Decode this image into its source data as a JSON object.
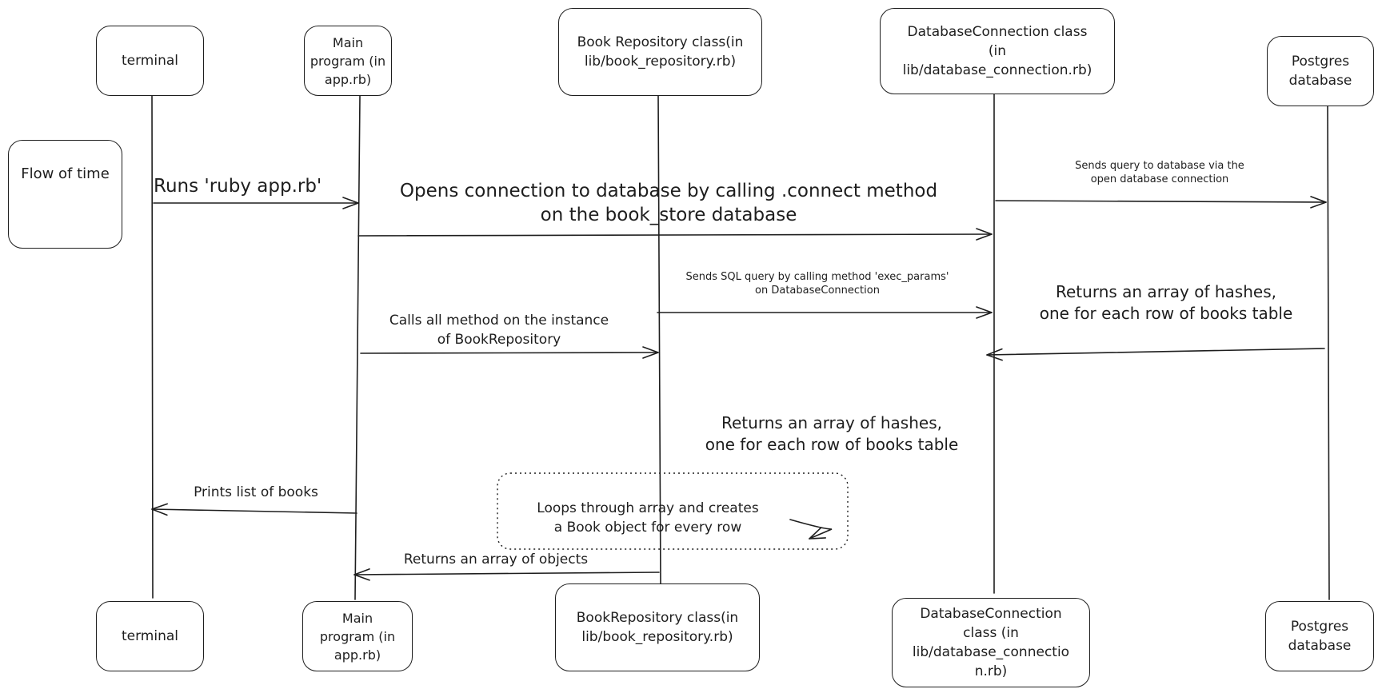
{
  "participants_top": [
    {
      "id": "terminal",
      "label": "terminal"
    },
    {
      "id": "main",
      "label": "Main\nprogram (in\napp.rb)"
    },
    {
      "id": "repo",
      "label": "Book Repository class(in\nlib/book_repository.rb)"
    },
    {
      "id": "dbconn",
      "label": "DatabaseConnection class\n(in\nlib/database_connection.rb)"
    },
    {
      "id": "postgres",
      "label": "Postgres\ndatabase"
    }
  ],
  "participants_bottom": [
    {
      "id": "terminal",
      "label": "terminal"
    },
    {
      "id": "main",
      "label": "Main\nprogram (in\napp.rb)"
    },
    {
      "id": "repo",
      "label": "BookRepository class(in\nlib/book_repository.rb)"
    },
    {
      "id": "dbconn",
      "label": "DatabaseConnection\nclass (in\nlib/database_connectio\nn.rb)"
    },
    {
      "id": "postgres",
      "label": "Postgres\ndatabase"
    }
  ],
  "legend": {
    "label": "Flow of time"
  },
  "messages": {
    "runs": "Runs 'ruby app.rb'",
    "opens": "Opens connection to database by calling .connect method\non the book_store database",
    "sends_query": "Sends query to database via the\nopen database connection",
    "sends_sql": "Sends SQL query by calling method 'exec_params'\non DatabaseConnection",
    "returns_db": "Returns an array of hashes,\none for each row of books table",
    "calls_all": "Calls all method on the instance\nof BookRepository",
    "returns_repo": "Returns an array of hashes,\none for each row of books table",
    "prints": "Prints list of books",
    "loops": "Loops through array and creates\na Book object for every row",
    "returns_objects": "Returns an array of objects"
  },
  "colors": {
    "stroke": "#1e1e1e",
    "background": "#ffffff"
  }
}
